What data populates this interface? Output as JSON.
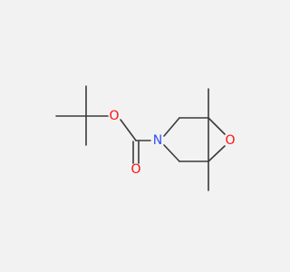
{
  "molecule": {
    "atoms": {
      "oxygen_ester": {
        "symbol": "O",
        "color": "#ff0d0d"
      },
      "oxygen_carbonyl": {
        "symbol": "O",
        "color": "#ff0d0d"
      },
      "nitrogen": {
        "symbol": "N",
        "color": "#3050f8"
      },
      "oxygen_epoxide": {
        "symbol": "O",
        "color": "#ff0d0d"
      }
    },
    "bond_color": "#3a3a3a",
    "background": "#f2f2f2"
  }
}
